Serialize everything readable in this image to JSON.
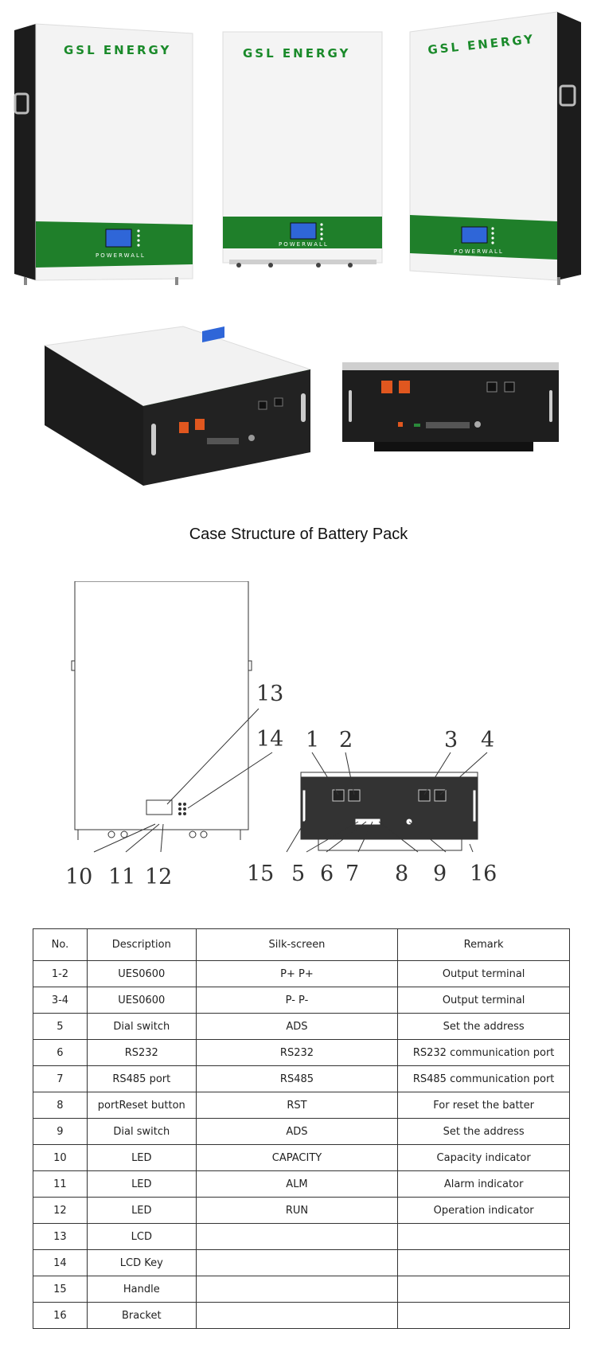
{
  "product": {
    "brand": "GSL ENERGY",
    "model_label": "POWERWALL"
  },
  "section_title": "Case Structure of Battery Pack",
  "diagram": {
    "callouts": [
      "1",
      "2",
      "3",
      "4",
      "5",
      "6",
      "7",
      "8",
      "9",
      "10",
      "11",
      "12",
      "13",
      "14",
      "15",
      "16"
    ]
  },
  "colors": {
    "brand_green": "#1a8a2a",
    "band_green": "#1f7f2a",
    "panel_white": "#f4f4f4",
    "case_black": "#1e1e1e",
    "lcd_blue": "#2f66d8",
    "terminal_orange": "#e0571f"
  },
  "table": {
    "headers": [
      "No.",
      "Description",
      "Silk-screen",
      "Remark"
    ],
    "rows": [
      [
        "1-2",
        "UES0600",
        "P+ P+",
        "Output terminal"
      ],
      [
        "3-4",
        "UES0600",
        "P- P-",
        "Output terminal"
      ],
      [
        "5",
        "Dial switch",
        "ADS",
        "Set the address"
      ],
      [
        "6",
        "RS232",
        "RS232",
        "RS232 communication port"
      ],
      [
        "7",
        "RS485 port",
        "RS485",
        "RS485 communication port"
      ],
      [
        "8",
        "portReset button",
        "RST",
        "For reset the batter"
      ],
      [
        "9",
        "Dial switch",
        "ADS",
        "Set the address"
      ],
      [
        "10",
        "LED",
        "CAPACITY",
        "Capacity indicator"
      ],
      [
        "11",
        "LED",
        "ALM",
        "Alarm indicator"
      ],
      [
        "12",
        "LED",
        "RUN",
        "Operation indicator"
      ],
      [
        "13",
        "LCD",
        "",
        ""
      ],
      [
        "14",
        "LCD Key",
        "",
        ""
      ],
      [
        "15",
        "Handle",
        "",
        ""
      ],
      [
        "16",
        "Bracket",
        "",
        ""
      ]
    ]
  }
}
